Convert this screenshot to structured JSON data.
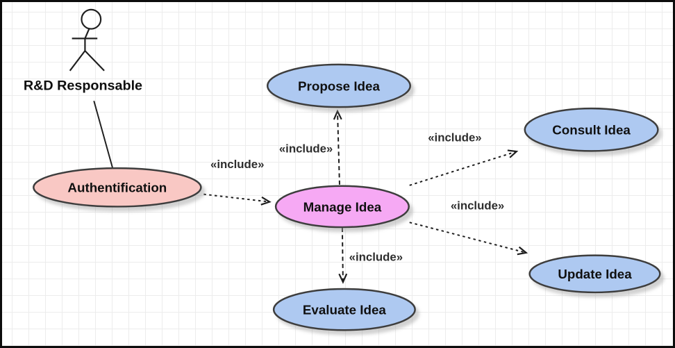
{
  "diagram": {
    "type": "uml-use-case",
    "actor": {
      "name": "R&D Responsable"
    },
    "use_cases": [
      {
        "id": "authentification",
        "label": "Authentification",
        "fill": "#f9c8c4",
        "stroke": "#3c3c3c"
      },
      {
        "id": "propose-idea",
        "label": "Propose Idea",
        "fill": "#aec9f1",
        "stroke": "#3c3c3c"
      },
      {
        "id": "manage-idea",
        "label": "Manage Idea",
        "fill": "#f6a9f4",
        "stroke": "#3c3c3c"
      },
      {
        "id": "consult-idea",
        "label": "Consult Idea",
        "fill": "#aec9f1",
        "stroke": "#3c3c3c"
      },
      {
        "id": "update-idea",
        "label": "Update Idea",
        "fill": "#aec9f1",
        "stroke": "#3c3c3c"
      },
      {
        "id": "evaluate-idea",
        "label": "Evaluate Idea",
        "fill": "#aec9f1",
        "stroke": "#3c3c3c"
      }
    ],
    "relationships": [
      {
        "from": "authentification",
        "to": "manage-idea",
        "label": "«include»"
      },
      {
        "from": "manage-idea",
        "to": "propose-idea",
        "label": "«include»"
      },
      {
        "from": "manage-idea",
        "to": "consult-idea",
        "label": "«include»"
      },
      {
        "from": "manage-idea",
        "to": "update-idea",
        "label": "«include»"
      },
      {
        "from": "manage-idea",
        "to": "evaluate-idea",
        "label": "«include»"
      }
    ],
    "colors": {
      "grid_line": "#ececec",
      "frame_border": "#0c0c0c",
      "arrow": "#1c1c1c",
      "text": "#101010"
    }
  }
}
